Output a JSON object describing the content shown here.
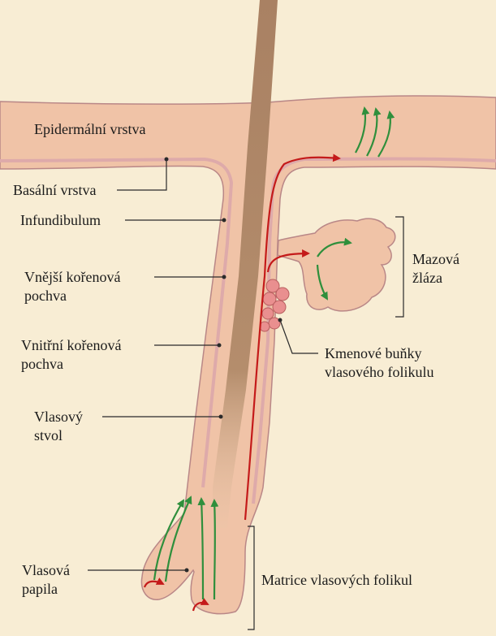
{
  "labels": {
    "epidermis": "Epidermální vrstva",
    "basal": "Basální vrstva",
    "infundibulum": "Infundibulum",
    "outer_sheath": [
      "Vnější kořenová",
      "pochva"
    ],
    "inner_sheath": [
      "Vnitřní kořenová",
      "pochva"
    ],
    "shaft": [
      "Vlasový",
      "stvol"
    ],
    "papilla": [
      "Vlasová",
      "papila"
    ],
    "sebaceous": [
      "Mazová",
      "žláza"
    ],
    "stem_cells": [
      "Kmenové buňky",
      "vlasového folikulu"
    ],
    "matrix": "Matrice vlasových folikul"
  },
  "colors": {
    "background": "#f8edd4",
    "skin": "#f0c3a7",
    "skin_outline": "#b98787",
    "basal_layer": "#deaaaa",
    "hair_shaft": "#b08868",
    "stem_cells": "#e98f8f",
    "red_arrow": "#c41a1a",
    "green_arrow": "#2f8f3c"
  }
}
